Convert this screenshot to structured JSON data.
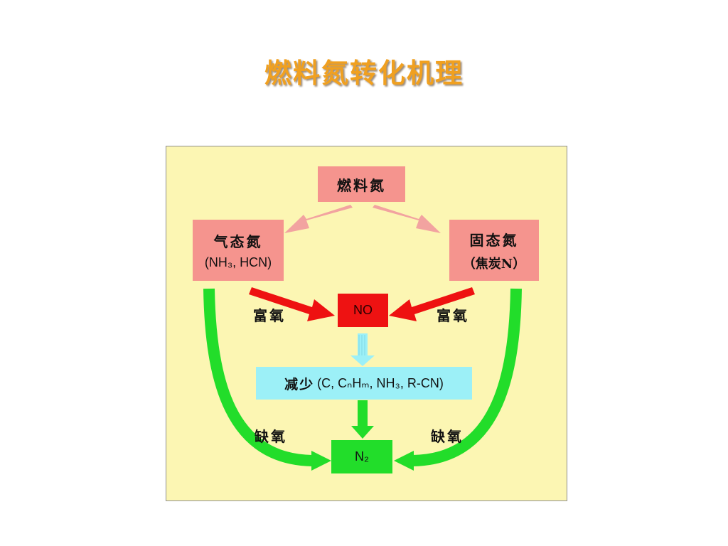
{
  "slide": {
    "title": "燃料氮转化机理"
  },
  "diagram": {
    "fuel_n": "燃料氮",
    "gas_n": {
      "name": "气态氮",
      "formula": "(NH₃, HCN)"
    },
    "solid_n": {
      "name": "固态氮",
      "formula": "（焦炭N）"
    },
    "no_box": "NO",
    "reduction": {
      "prefix": "减少",
      "formula": "(C, CₙHₘ, NH₃, R-CN)"
    },
    "n2_box": "N₂",
    "left_rich_label": "富氧",
    "right_rich_label": "富氧",
    "left_lean_label": "缺氧",
    "right_lean_label": "缺氧",
    "colors": {
      "pink_box": "#f5948e",
      "red_box": "#ee1212",
      "cyan_box": "#9cf0f7",
      "green_box": "#22dd2a",
      "panel": "#fcf6b3",
      "title": "#f0a020"
    }
  }
}
